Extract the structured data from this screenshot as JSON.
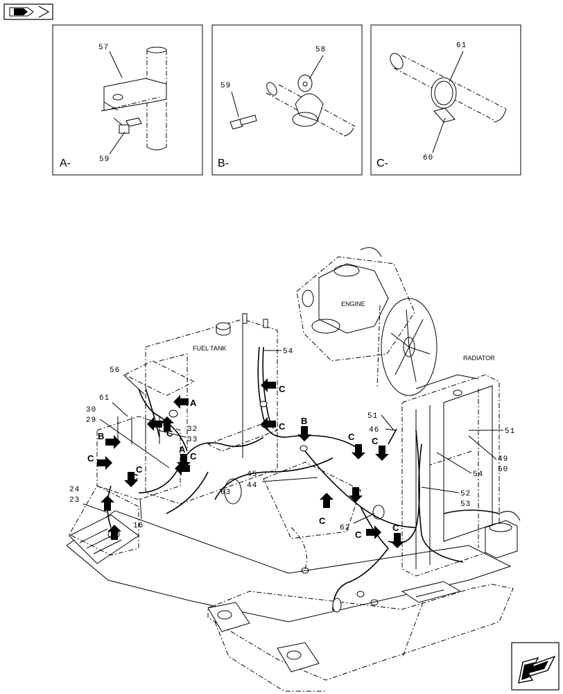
{
  "nav": {
    "back_icon": "back-arrow-icon",
    "next_icon": "next-arrow-icon"
  },
  "details": [
    {
      "label": "A-",
      "parts": [
        "57",
        "59"
      ]
    },
    {
      "label": "B-",
      "parts": [
        "58",
        "59"
      ]
    },
    {
      "label": "C-",
      "parts": [
        "61",
        "60"
      ]
    }
  ],
  "captions": {
    "fuel_tank": "FUEL TANK",
    "engine": "ENGINE",
    "radiator": "RADIATOR"
  },
  "callouts": {
    "n54a": "54",
    "n56": "56",
    "n61": "61",
    "n30": "30",
    "n29": "29",
    "n32": "32",
    "n33": "33",
    "n24": "24",
    "n23": "23",
    "n16": "16",
    "n63": "63",
    "n45": "45",
    "n44": "44",
    "n62": "62",
    "n51a": "51",
    "n46": "46",
    "n51b": "51",
    "n49": "49",
    "n50": "50",
    "n54b": "54",
    "n52": "52",
    "n53": "53"
  },
  "arrow_labels": {
    "a1": "A",
    "a2": "A",
    "b1": "B",
    "b2": "B",
    "c1": "C",
    "c2": "C",
    "c3": "C",
    "c4": "C",
    "c5": "C",
    "c6": "C",
    "c7": "C",
    "c8": "C",
    "c9": "C",
    "c10": "C",
    "c11": "C",
    "c12": "C"
  }
}
